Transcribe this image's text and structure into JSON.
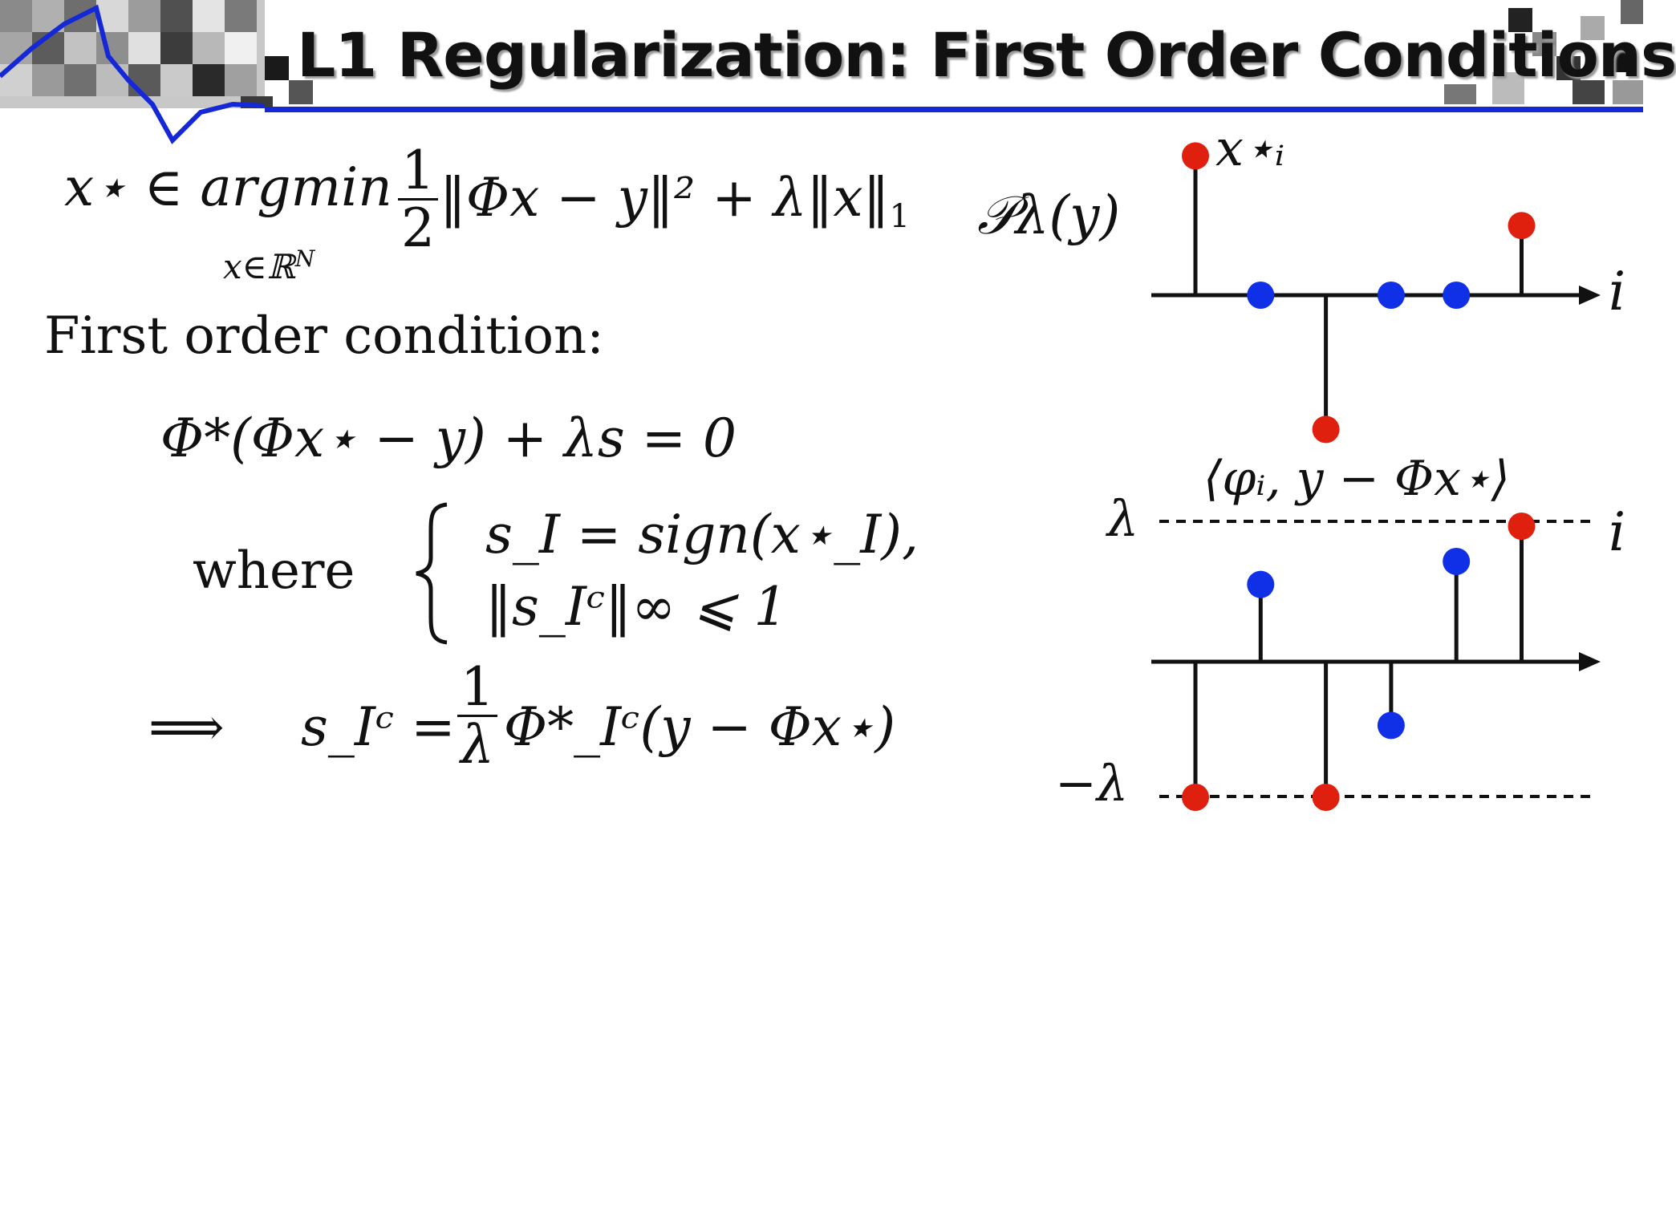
{
  "slide": {
    "title": "L1 Regularization: First Order Conditions",
    "colors": {
      "header_line": "#1428d8",
      "stem": "#111111",
      "red_dot": "#e0200e",
      "blue_dot": "#1030e8",
      "title_shadow": "#9a9a9a"
    }
  },
  "equations": {
    "objective": {
      "lhs": "x⋆ ∈ argmin",
      "under": "x∈ℝ",
      "under_sup": "N",
      "frac_num": "1",
      "frac_den": "2",
      "rhs": "‖Φx − y‖² + λ‖x‖",
      "rhs_sub": "1"
    },
    "first_order_label": "First order condition:",
    "condition": "Φ*(Φx⋆ − y) + λs = 0",
    "where_label": "where",
    "case1": "s_I = sign(x⋆_I),",
    "case2": "‖s_Iᶜ‖∞ ⩽ 1",
    "implies": "⟹",
    "result_lhs": "s_Iᶜ =",
    "result_frac_num": "1",
    "result_frac_den": "λ",
    "result_rhs": "Φ*_Iᶜ(y − Φx⋆)"
  },
  "figure": {
    "operator_label": "𝒫λ(y)",
    "top_point_label": "x⋆ᵢ",
    "axis_label_top": "i",
    "axis_label_bottom": "i",
    "correlation_label": "⟨φᵢ, y − Φx⋆⟩",
    "lambda_label": "λ",
    "neg_lambda_label": "−λ",
    "top_plot": [
      {
        "index": 1,
        "value": 1.4,
        "color": "red"
      },
      {
        "index": 2,
        "value": 0,
        "color": "blue"
      },
      {
        "index": 3,
        "value": -1.35,
        "color": "red"
      },
      {
        "index": 4,
        "value": 0,
        "color": "blue"
      },
      {
        "index": 5,
        "value": 0,
        "color": "blue"
      },
      {
        "index": 6,
        "value": 0.7,
        "color": "red"
      }
    ],
    "bottom_plot": [
      {
        "index": 1,
        "value": -1,
        "color": "red"
      },
      {
        "index": 2,
        "value": 0.57,
        "color": "blue"
      },
      {
        "index": 3,
        "value": -1,
        "color": "red"
      },
      {
        "index": 4,
        "value": -0.47,
        "color": "blue"
      },
      {
        "index": 5,
        "value": 0.74,
        "color": "blue"
      },
      {
        "index": 6,
        "value": 1,
        "color": "red"
      }
    ]
  }
}
